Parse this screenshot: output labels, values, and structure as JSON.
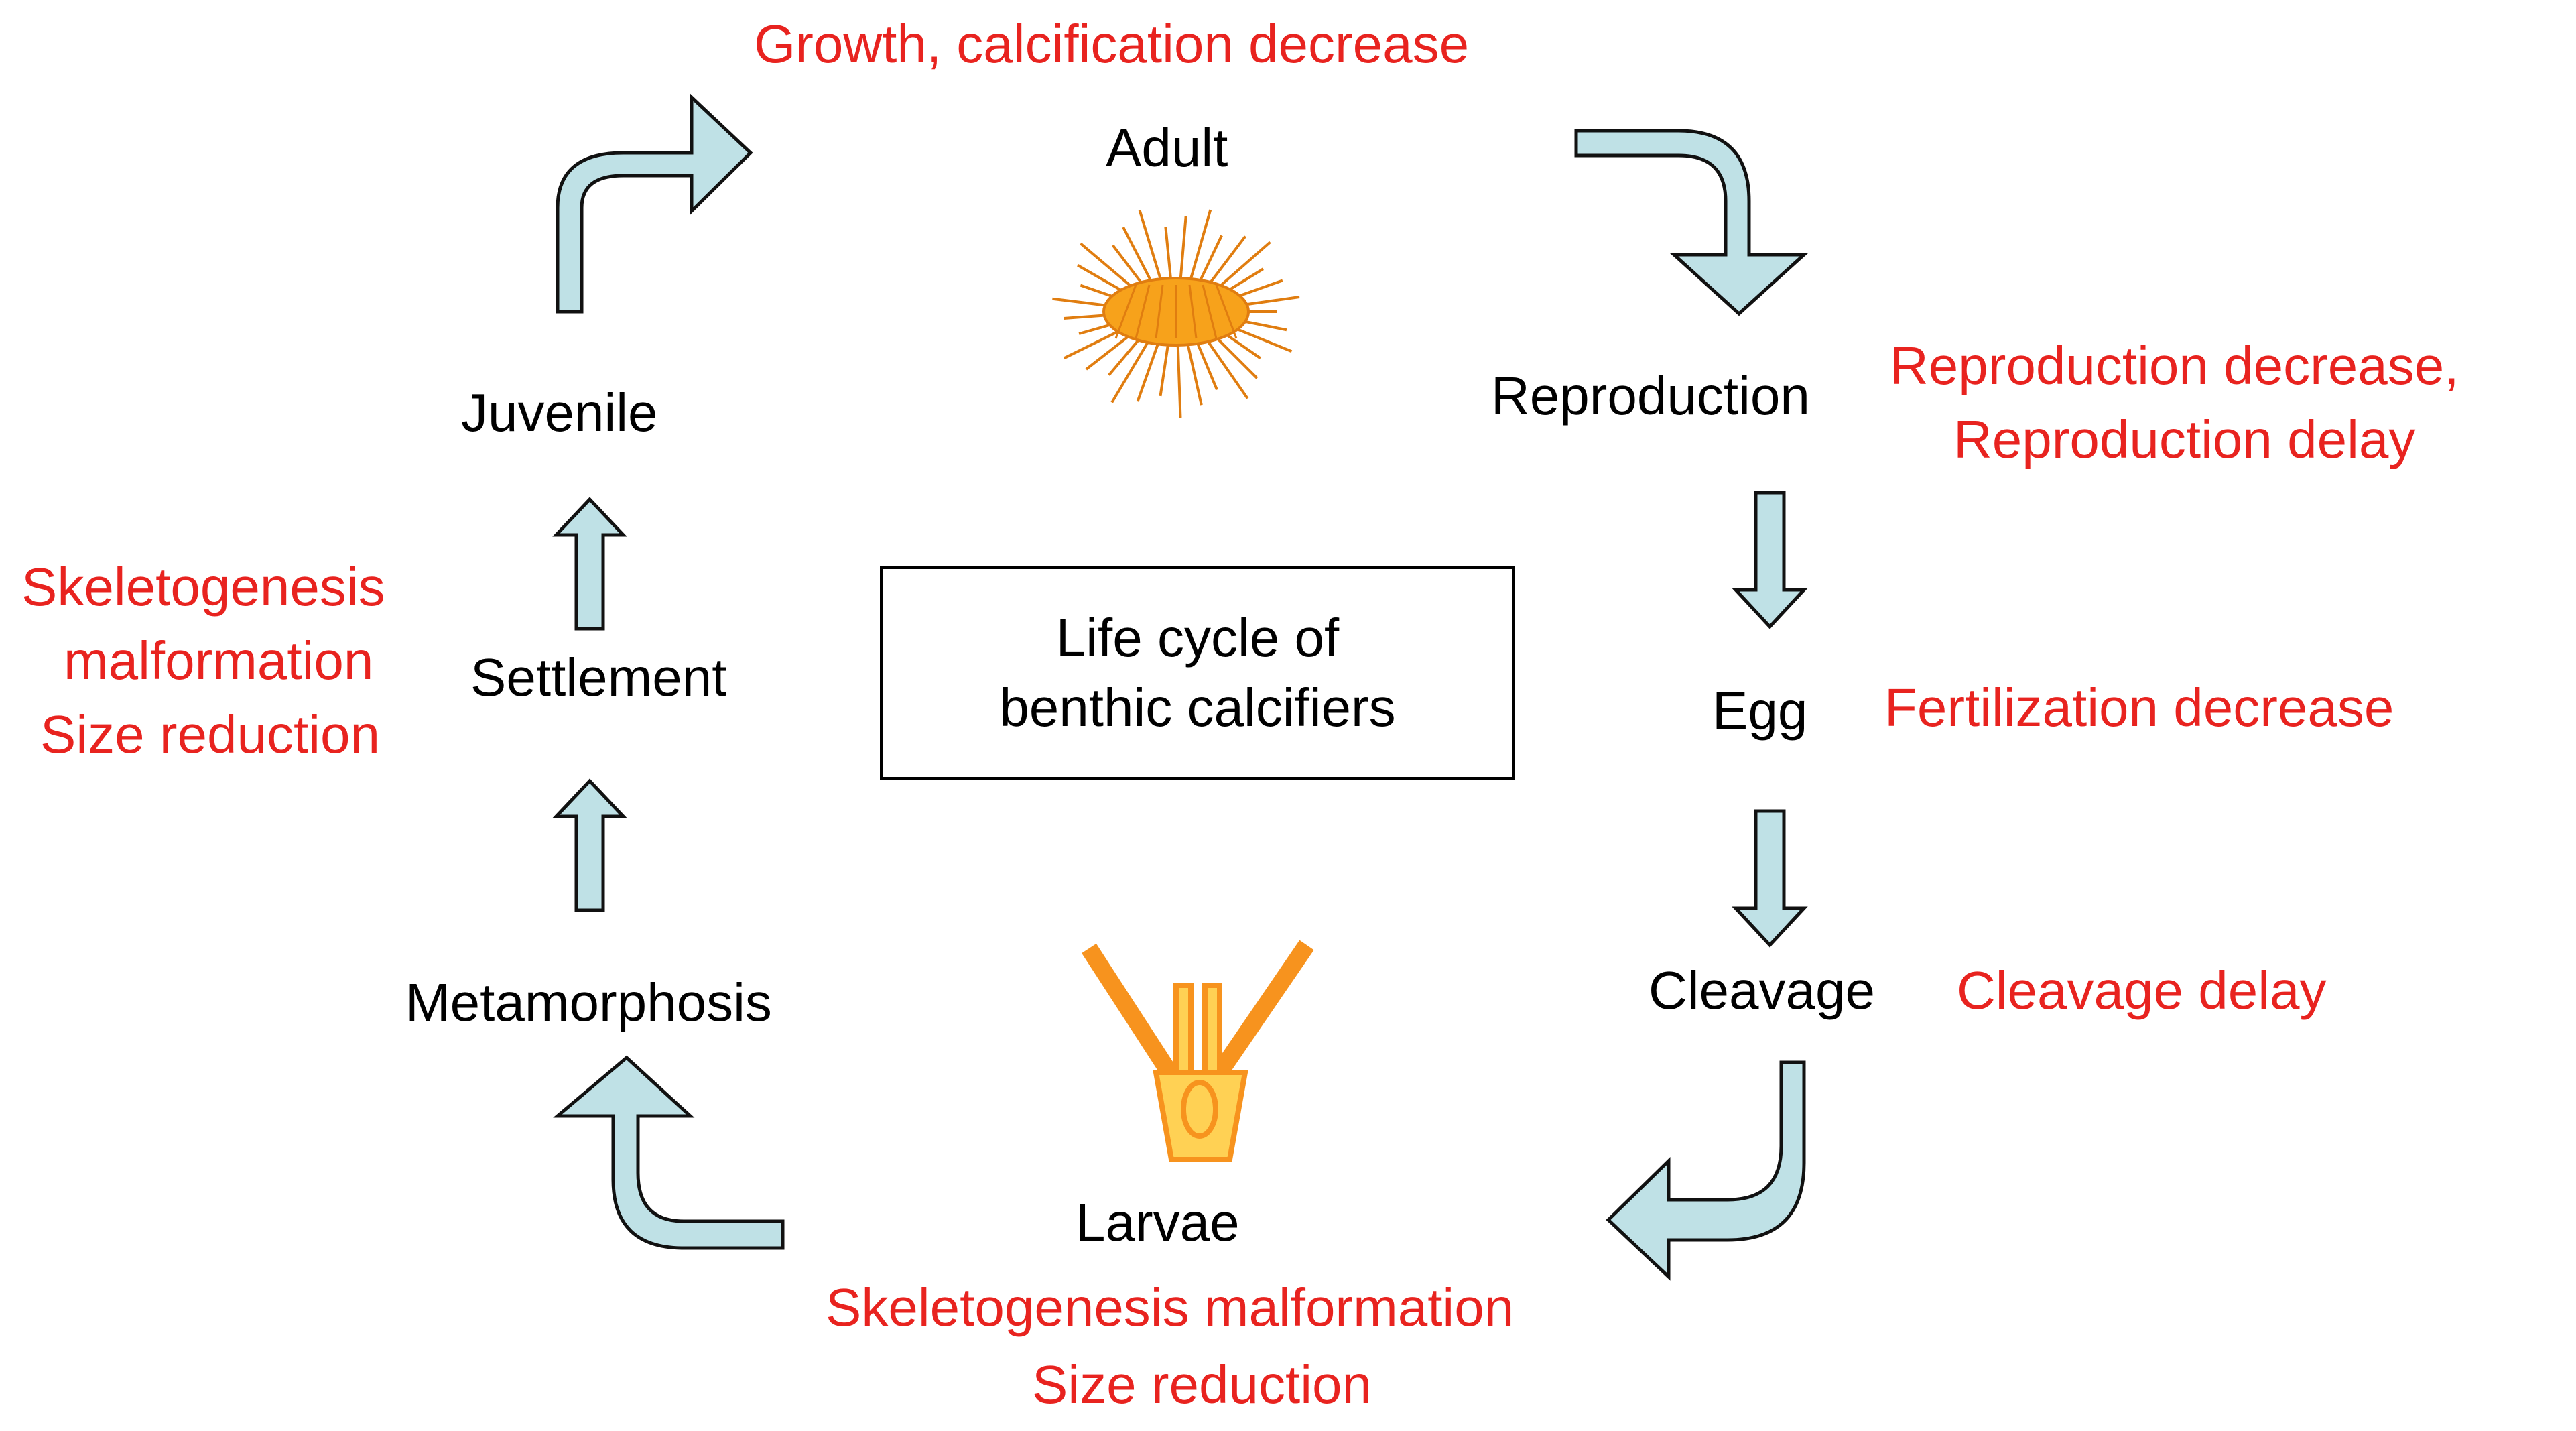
{
  "colors": {
    "arrow_fill": "#bfe1e6",
    "arrow_stroke": "#111111",
    "effect_text": "#e8231f",
    "stage_text": "#000000",
    "urchin_fill": "#f7a21b",
    "urchin_stroke": "#e07d10",
    "larva_fill": "#ffd154",
    "larva_stroke": "#f7931e"
  },
  "icons": {
    "adult": "sea-urchin-icon",
    "larvae": "pluteus-larva-icon"
  },
  "center_box": {
    "line1": "Life cycle of",
    "line2": "benthic calcifiers"
  },
  "stages": {
    "adult": "Adult",
    "reproduction": "Reproduction",
    "egg": "Egg",
    "cleavage": "Cleavage",
    "larvae": "Larvae",
    "metamorphosis": "Metamorphosis",
    "settlement": "Settlement",
    "juvenile": "Juvenile"
  },
  "effects": {
    "adult": "Growth,  calcification decrease",
    "reproduction_line1": "Reproduction decrease,",
    "reproduction_line2": "Reproduction delay",
    "egg": "Fertilization decrease",
    "cleavage": "Cleavage delay",
    "larvae_line1": "Skeletogenesis malformation",
    "larvae_line2": "Size reduction",
    "settlement_line1": "Skeletogenesis",
    "settlement_line2": "malformation",
    "settlement_line3": "Size reduction"
  }
}
